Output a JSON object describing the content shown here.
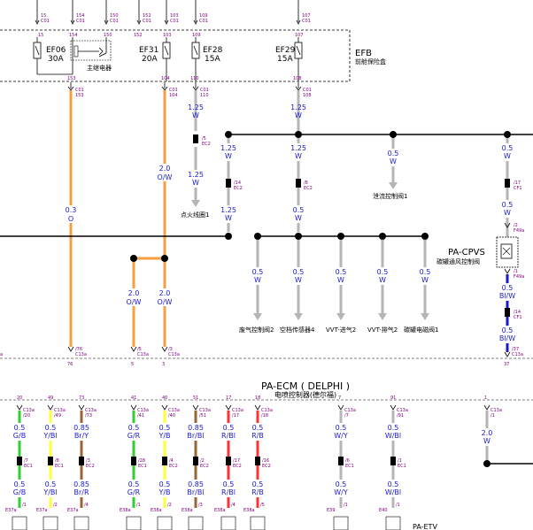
{
  "colors": {
    "orange": "#f5a040",
    "gray": "#b5b5b5",
    "blue": "#1a1acc",
    "green": "#33cc33",
    "yellow": "#ffff33",
    "brown": "#996633",
    "red": "#ff3333",
    "pin_text": "#800080",
    "wire_text": "#1a1acc"
  },
  "top_pins": {
    "top": [
      {
        "num": "15",
        "conn": "C01"
      },
      {
        "num": "154",
        "conn": "C01"
      },
      {
        "num": "150",
        "conn": "C01"
      },
      {
        "num": "152",
        "conn": "C01"
      },
      {
        "num": "103",
        "conn": "C01"
      },
      {
        "num": "109",
        "conn": "C01"
      },
      {
        "num": "107",
        "conn": "C01"
      }
    ],
    "inside": [
      "15",
      "154",
      "150",
      "152",
      "103",
      "109",
      "107"
    ]
  },
  "efb": {
    "code": "EFB",
    "name": "前舱保险盒",
    "relay_label": "主继电器",
    "fuses": [
      {
        "name": "EF06",
        "rating": "30A"
      },
      {
        "name": "EF31",
        "rating": "20A"
      },
      {
        "name": "EF28",
        "rating": "15A"
      },
      {
        "name": "EF29",
        "rating": "15A"
      }
    ],
    "bottom_pins": [
      "153",
      "104",
      "110",
      "108"
    ],
    "out_connectors": [
      {
        "conn": "C01",
        "pin": "153"
      },
      {
        "conn": "C01",
        "pin": "104"
      },
      {
        "conn": "C01",
        "pin": "110"
      },
      {
        "conn": "C01",
        "pin": "108"
      }
    ]
  },
  "wires": {
    "orange_main": {
      "gauge": "0.3",
      "color": "O"
    },
    "orange_branch": {
      "gauge": "2.0",
      "color": "O/W"
    },
    "orange_low_a": {
      "gauge": "2.0",
      "color": "O/W"
    },
    "orange_low_b": {
      "gauge": "2.0",
      "color": "O/W"
    },
    "ignition_a": {
      "gauge": "1.25",
      "color": "W"
    },
    "ignition_b": {
      "gauge": "1.25",
      "color": "W"
    },
    "ignition_c": {
      "gauge": "1.25",
      "color": "W"
    },
    "ef29_a": {
      "gauge": "1.25",
      "color": "W"
    },
    "ef29_b": {
      "gauge": "1.25",
      "color": "W"
    },
    "ef29_c": {
      "gauge": "1.25",
      "color": "W"
    },
    "purge_top": {
      "gauge": "0.5",
      "color": "W"
    },
    "right_a": {
      "gauge": "0.5",
      "color": "W"
    },
    "right_b": {
      "gauge": "0.5",
      "color": "W"
    }
  },
  "splices": {
    "ec2_ign_top": {
      "pin": "/5",
      "conn": "EC2"
    },
    "ec2_ign_mid": {
      "pin": "/14",
      "conn": "EC2"
    },
    "ec2_ef29": {
      "pin": "/8",
      "conn": "EC2"
    },
    "cf1_top": {
      "pin": "/17",
      "conn": "CF1"
    },
    "f49a": {
      "pin": "/2",
      "conn": "F49a"
    },
    "f49a_b": {
      "pin": "/1",
      "conn": "F49a"
    },
    "cf1_b": {
      "pin": "/14",
      "conn": "CF1"
    },
    "c13a_37": {
      "pin": "/37",
      "conn": "C13a"
    },
    "c13a_76": {
      "pin": "/76",
      "conn": "C13a"
    },
    "c13a_5": {
      "pin": "/5",
      "conn": "C13a"
    },
    "c13a_3": {
      "pin": "/3",
      "conn": "C13a"
    }
  },
  "loads": {
    "ignition_coil": "点火线圈1",
    "purge_valve": "泄流控制阀1",
    "exhaust_ctrl": "废气控制阀2",
    "airflow_sensor": "空档传感器4",
    "vvt_intake": "VVT-进气2",
    "vvt_exhaust": "VVT-排气2",
    "canister_solenoid": "碳罐电磁阀1"
  },
  "row_branches": [
    {
      "gauge": "0.5",
      "color": "W"
    },
    {
      "gauge": "0.5",
      "color": "W"
    },
    {
      "gauge": "0.5",
      "color": "W"
    },
    {
      "gauge": "0.5",
      "color": "W"
    },
    {
      "gauge": "0.5",
      "color": "W"
    }
  ],
  "cpvs": {
    "code": "PA-CPVS",
    "name": "碳罐通风控制阀",
    "out_wire_a": {
      "gauge": "0.5",
      "color": "Bl/W"
    },
    "out_wire_b": {
      "gauge": "0.5",
      "color": "Bl/W"
    }
  },
  "side_label": "a",
  "ecm_top_pins": [
    "76",
    "5",
    "3",
    "37"
  ],
  "ecm": {
    "code": "PA-ECM ( DELPHI )",
    "name": "电喷控制器(德尔福)"
  },
  "ecm_pins": [
    {
      "num": "20",
      "conn": "C13a",
      "pin": "/20",
      "w1": {
        "gauge": "0.5",
        "color": "G/B"
      },
      "mid": {
        "pin": "/7",
        "conn": "EC1"
      },
      "w2": {
        "gauge": "0.5",
        "color": "G/B"
      },
      "end": {
        "pin": "/1",
        "conn": "E37a"
      }
    },
    {
      "num": "49",
      "conn": "C13a",
      "pin": "/49",
      "w1": {
        "gauge": "0.5",
        "color": "Y/Bl"
      },
      "mid": {
        "pin": "/8",
        "conn": "EC1"
      },
      "w2": {
        "gauge": "0.5",
        "color": "Y/Bl"
      },
      "end": {
        "pin": "/2",
        "conn": "E37a"
      }
    },
    {
      "num": "73",
      "conn": "C13a",
      "pin": "/73",
      "w1": {
        "gauge": "0.85",
        "color": "Br/Y"
      },
      "mid": {
        "pin": "/3",
        "conn": "EC2"
      },
      "w2": {
        "gauge": "0.85",
        "color": "Br/R"
      },
      "end": {
        "pin": "/4",
        "conn": "E37a"
      }
    },
    {
      "num": "41",
      "conn": "C13a",
      "pin": "/41",
      "w1": {
        "gauge": "0.5",
        "color": "G/R"
      },
      "mid": {
        "pin": "/28",
        "conn": "EC1"
      },
      "w2": {
        "gauge": "0.5",
        "color": "G/R"
      },
      "end": {
        "pin": "/1",
        "conn": "E38a"
      }
    },
    {
      "num": "40",
      "conn": "C13a",
      "pin": "/40",
      "w1": {
        "gauge": "0.5",
        "color": "Y/B"
      },
      "mid": {
        "pin": "/4",
        "conn": "EC2"
      },
      "w2": {
        "gauge": "0.5",
        "color": "Y/B"
      },
      "end": {
        "pin": "/2",
        "conn": "E38a"
      }
    },
    {
      "num": "51",
      "conn": "C13a",
      "pin": "/51",
      "w1": {
        "gauge": "0.85",
        "color": "Br/Bl"
      },
      "mid": {
        "pin": "/2",
        "conn": "EC2"
      },
      "w2": {
        "gauge": "0.85",
        "color": "Br/Bl"
      },
      "end": {
        "pin": "/3",
        "conn": "E38a"
      }
    },
    {
      "num": "17",
      "conn": "C13a",
      "pin": "/17",
      "w1": {
        "gauge": "0.5",
        "color": "R/Bl"
      },
      "mid": {
        "pin": "/17",
        "conn": "EC2"
      },
      "w2": {
        "gauge": "0.5",
        "color": "R/Bl"
      },
      "end": {
        "pin": "/4",
        "conn": "E38a"
      }
    },
    {
      "num": "18",
      "conn": "C13a",
      "pin": "/18",
      "w1": {
        "gauge": "0.5",
        "color": "R/B"
      },
      "mid": {
        "pin": "/16",
        "conn": "EC2"
      },
      "w2": {
        "gauge": "0.5",
        "color": "R/B"
      },
      "end": {
        "pin": "/5",
        "conn": "E38a"
      }
    },
    {
      "num": "7",
      "conn": "C13a",
      "pin": "/7",
      "w1": {
        "gauge": "0.5",
        "color": "W/Y"
      },
      "mid": {
        "pin": "/6",
        "conn": "EC1"
      },
      "w2": {
        "gauge": "0.5",
        "color": "W/Y"
      },
      "end": {
        "pin": "/1",
        "conn": "E39"
      }
    },
    {
      "num": "91",
      "conn": "C13a",
      "pin": "/91",
      "w1": {
        "gauge": "0.5",
        "color": "W/Bl"
      },
      "mid": {
        "pin": "/1",
        "conn": "EC1"
      },
      "w2": {
        "gauge": "0.5",
        "color": "W/Bl"
      },
      "end": {
        "pin": "/1",
        "conn": "E40"
      }
    },
    {
      "num": "1",
      "conn": "C13a",
      "pin": "/1",
      "w1": {
        "gauge": "2.0",
        "color": "W"
      }
    }
  ],
  "bottom_label": "PA-ETV"
}
